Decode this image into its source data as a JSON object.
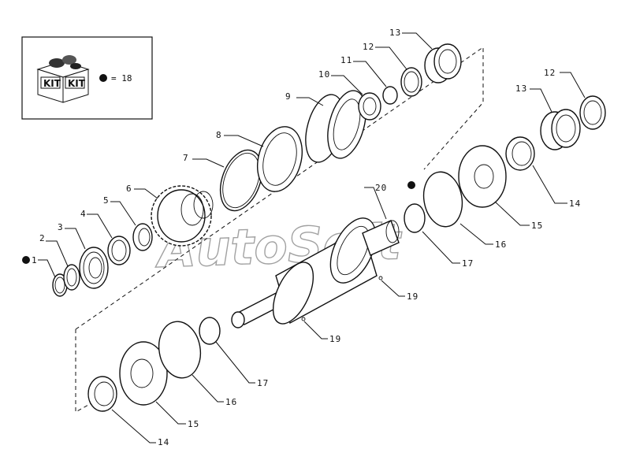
{
  "kit": {
    "word_left": "KIT",
    "word_right": "KIT",
    "legend_text": "= 18"
  },
  "callouts": {
    "c1": "1",
    "c2": "2",
    "c3": "3",
    "c4": "4",
    "c5": "5",
    "c6": "6",
    "c7": "7",
    "c8": "8",
    "c9": "9",
    "c10": "10",
    "c11": "11",
    "c12a": "12",
    "c13a": "13",
    "c12b": "12",
    "c13b": "13",
    "c14a": "14",
    "c15a": "15",
    "c16a": "16",
    "c17a": "17",
    "c19a": "19",
    "c19b": "19",
    "c20": "20",
    "c14b": "14",
    "c15b": "15",
    "c16b": "16",
    "c17b": "17"
  },
  "watermark": "AutoSoft"
}
